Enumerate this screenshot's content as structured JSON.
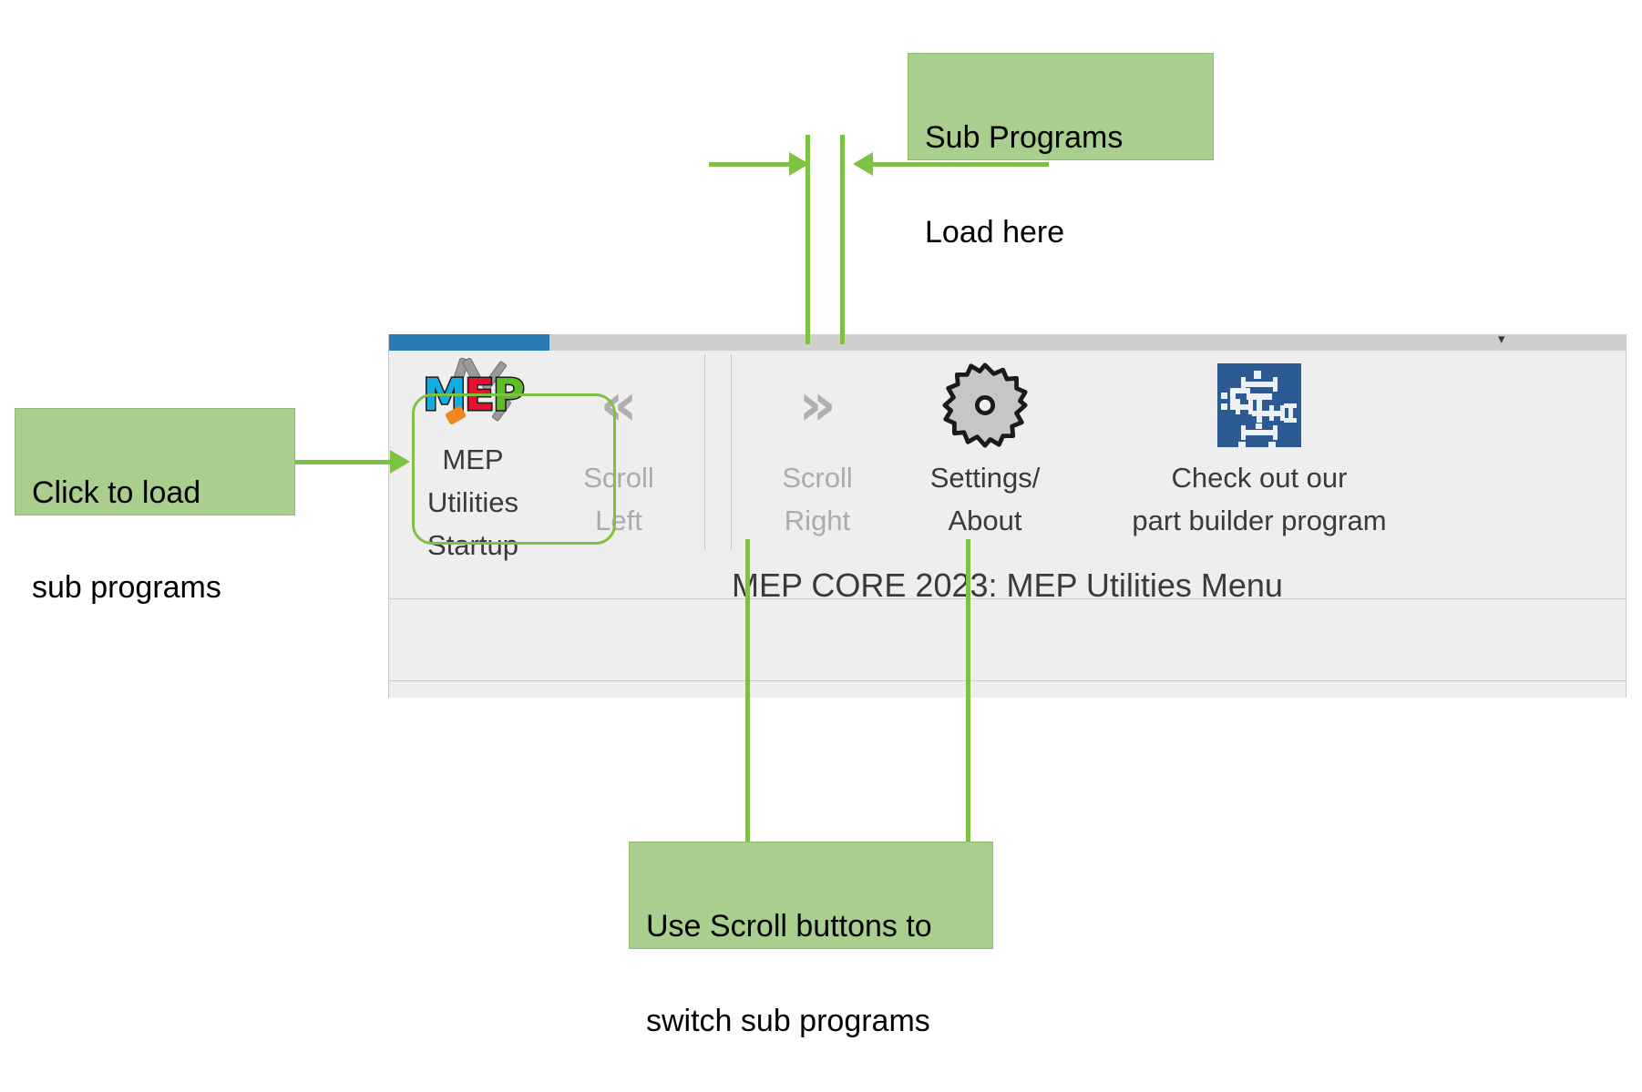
{
  "window": {
    "titlebar_glyph": "titlebar-collapse-glyph",
    "menu_caption": "MEP CORE 2023: MEP Utilities Menu",
    "accent_blue": "#2A7BB5",
    "panel_bg": "#EEEEEE"
  },
  "ribbon": {
    "buttons": [
      {
        "id": "mep-utilities-startup",
        "icon": "mep-logo-icon",
        "label": "MEP Utilities\nStartup",
        "enabled": true,
        "highlighted": true
      },
      {
        "id": "scroll-left",
        "icon": "double-chevron-left-icon",
        "glyph": "«",
        "label": "Scroll\nLeft",
        "enabled": false,
        "highlighted": false
      },
      {
        "id": "scroll-right",
        "icon": "double-chevron-right-icon",
        "glyph": "»",
        "label": "Scroll\nRight",
        "enabled": false,
        "highlighted": false
      },
      {
        "id": "settings-about",
        "icon": "gear-icon",
        "label": "Settings/\nAbout",
        "enabled": true,
        "highlighted": false
      },
      {
        "id": "part-builder-promo",
        "icon": "part-builder-icon",
        "label": "Check out our\npart builder program",
        "enabled": true,
        "highlighted": false
      }
    ]
  },
  "annotations": {
    "accent_green": "#7DC242",
    "callout_fill": "#A9CE8E",
    "callouts": [
      {
        "id": "sub-programs-load-here",
        "line1": "Sub Programs",
        "line2": "Load here"
      },
      {
        "id": "click-to-load",
        "line1": "Click to load",
        "line2": "sub programs"
      },
      {
        "id": "use-scroll-buttons",
        "line1": "Use Scroll buttons to",
        "line2": "switch sub programs"
      }
    ]
  }
}
